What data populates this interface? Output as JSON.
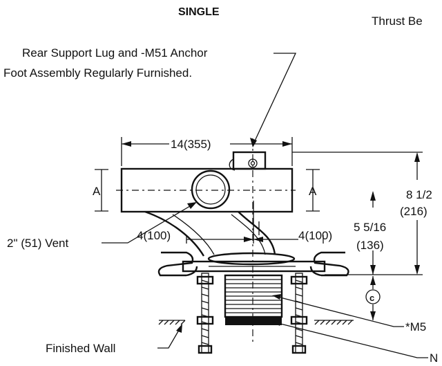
{
  "header": {
    "single": "SINGLE",
    "thrust": "Thrust Be"
  },
  "labels": {
    "rear_support_line1": "Rear Support Lug and -M51 Anchor",
    "rear_support_line2": "Foot Assembly Regularly Furnished.",
    "vent": "2\" (51) Vent",
    "finished_wall": "Finished Wall",
    "m5": "*M5",
    "n": "N",
    "c_mark": "c"
  },
  "dimensions": {
    "width_top": "14(355)",
    "section_left": "A",
    "section_right": "A",
    "offset_left": "4(100)",
    "offset_right": "4(100)",
    "height_mid_1": "5 5/16",
    "height_mid_2": "(136)",
    "height_total_1": "8 1/2",
    "height_total_2": "(216)"
  }
}
